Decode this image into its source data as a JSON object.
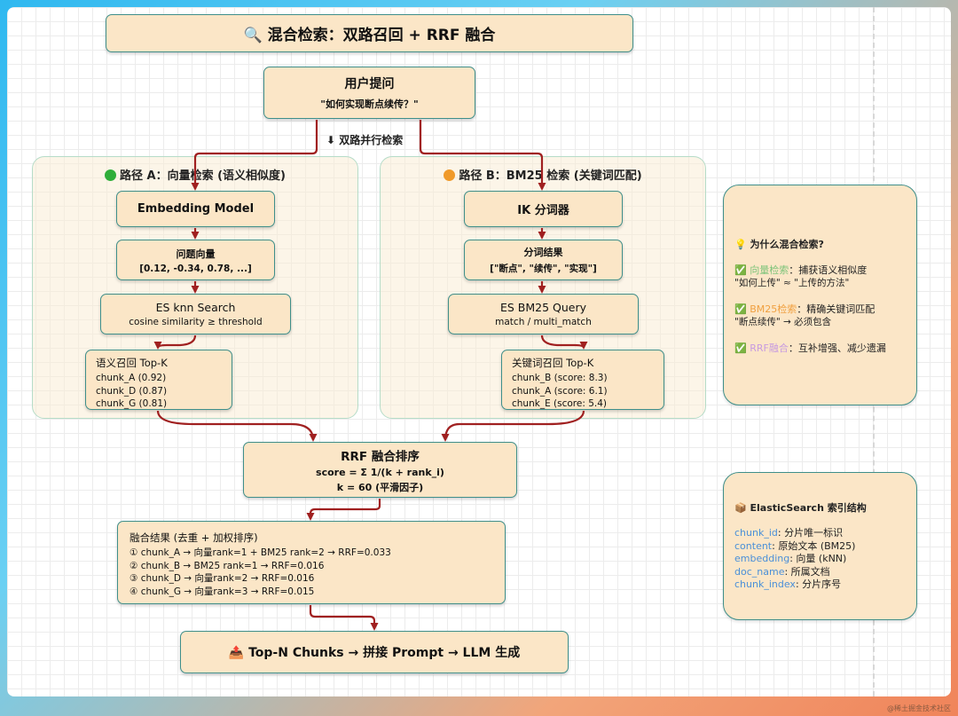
{
  "title": "🔍 混合检索：双路召回 + RRF 融合",
  "user_query": {
    "title": "用户提问",
    "text": "\"如何实现断点续传？\""
  },
  "parallel_label": "⬇ 双路并行检索",
  "path_a": {
    "title": "路径 A：向量检索 (语义相似度)",
    "embedding": "Embedding Model",
    "vector_title": "问题向量",
    "vector_value": "[0.12, -0.34, 0.78, ...]",
    "search_title": "ES knn Search",
    "search_sub": "cosine similarity ≥ threshold",
    "recall_title": "语义召回 Top-K",
    "recall_items": [
      "chunk_A (0.92)",
      "chunk_D (0.87)",
      "chunk_G (0.81)"
    ]
  },
  "path_b": {
    "title": "路径 B：BM25 检索 (关键词匹配)",
    "tokenizer": "IK 分词器",
    "tokens_title": "分词结果",
    "tokens_value": "[\"断点\", \"续传\", \"实现\"]",
    "search_title": "ES BM25 Query",
    "search_sub": "match / multi_match",
    "recall_title": "关键词召回 Top-K",
    "recall_items": [
      "chunk_B (score: 8.3)",
      "chunk_A (score: 6.1)",
      "chunk_E (score: 5.4)"
    ]
  },
  "rrf": {
    "title": "RRF 融合排序",
    "formula": "score = Σ 1/(k + rank_i)",
    "k": "k = 60 (平滑因子)"
  },
  "fusion": {
    "title": "融合结果 (去重 + 加权排序)",
    "items": [
      "① chunk_A → 向量rank=1 + BM25 rank=2 → RRF=0.033",
      "② chunk_B → BM25 rank=1 → RRF=0.016",
      "③ chunk_D → 向量rank=2 → RRF=0.016",
      "④ chunk_G → 向量rank=3 → RRF=0.015"
    ]
  },
  "final": "📤 Top-N Chunks → 拼接 Prompt → LLM 生成",
  "why": {
    "title": "💡 为什么混合检索?",
    "rows": [
      {
        "check": "✅",
        "keyword": "向量检索",
        "keyword_color": "#7ec47a",
        "desc": "：捕获语义相似度",
        "example": "\"如何上传\" ≈ \"上传的方法\""
      },
      {
        "check": "✅",
        "keyword": "BM25检索",
        "keyword_color": "#f0a040",
        "desc": "：精确关键词匹配",
        "example": "\"断点续传\" → 必须包含"
      },
      {
        "check": "✅",
        "keyword": "RRF融合",
        "keyword_color": "#c79ae0",
        "desc": "：互补增强、减少遗漏",
        "example": ""
      }
    ]
  },
  "es_index": {
    "title": "📦 ElasticSearch 索引结构",
    "fields": [
      {
        "name": "chunk_id",
        "desc": ": 分片唯一标识"
      },
      {
        "name": "content",
        "desc": ": 原始文本 (BM25)"
      },
      {
        "name": "embedding",
        "desc": ": 向量 (kNN)"
      },
      {
        "name": "doc_name",
        "desc": ": 所属文档"
      },
      {
        "name": "chunk_index",
        "desc": ": 分片序号"
      }
    ],
    "field_color": "#4a8fd8"
  },
  "colors": {
    "arrow": "#a02020",
    "path_a_dot": "#2fae3a",
    "path_b_dot": "#f09a2a"
  },
  "watermark": "@稀土掘金技术社区"
}
